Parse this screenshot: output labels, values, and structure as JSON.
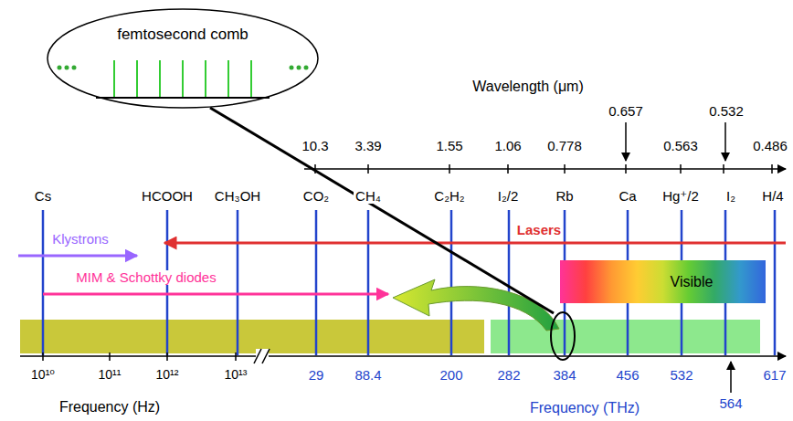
{
  "diagram": {
    "nodes": [
      {
        "text": [
          "femtosecond comb"
        ]
      },
      {
        "text": [
          "Visible"
        ]
      }
    ],
    "labels": [
      "Wavelength (μm)",
      "10.3",
      "3.39",
      "1.55",
      "1.06",
      "0.778",
      "0.657",
      "0.563",
      "0.532",
      "0.486",
      "Cs",
      "HCOOH",
      "CH₃OH",
      "CO₂",
      "CH₄",
      "C₂H₂",
      "I₂/2",
      "Rb",
      "Ca",
      "Hg⁺/2",
      "I₂",
      "H/4",
      "Klystrons",
      "Lasers",
      "MIM & Schottky diodes",
      "10¹⁰",
      "10¹¹",
      "10¹²",
      "10¹³",
      "29",
      "88.4",
      "200",
      "282",
      "384",
      "456",
      "532",
      "617",
      "564",
      "Frequency (Hz)",
      "Frequency (THz)"
    ]
  }
}
